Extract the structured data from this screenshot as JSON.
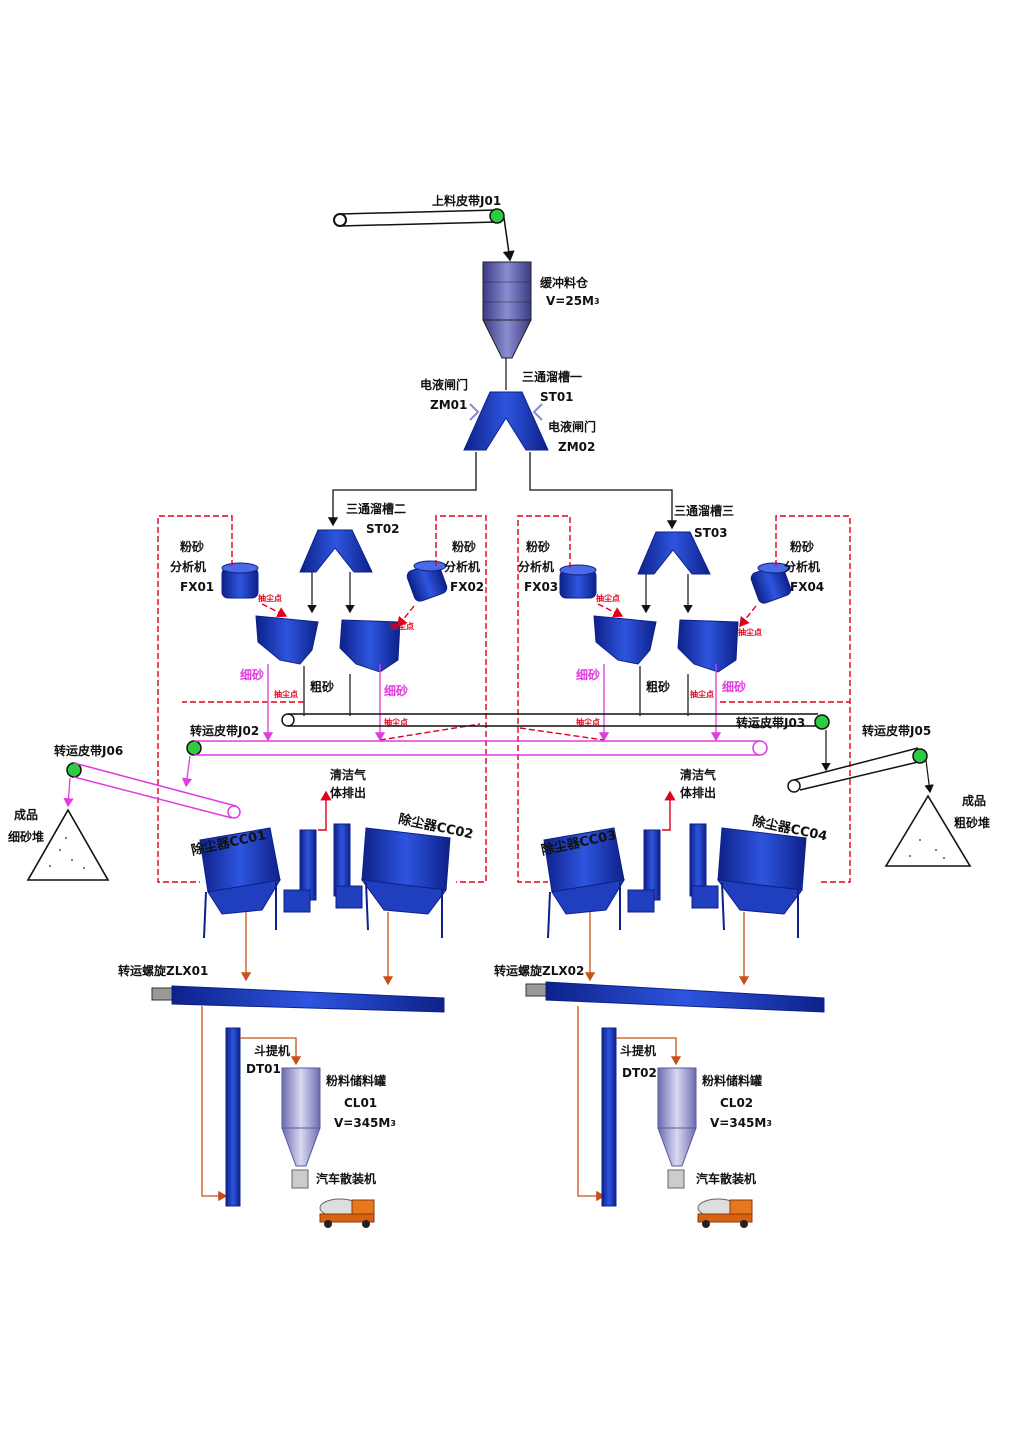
{
  "belts": {
    "j01": "上料皮带J01",
    "j02": "转运皮带J02",
    "j03": "转运皮带J03",
    "j05": "转运皮带J05",
    "j06": "转运皮带J06"
  },
  "silo": {
    "name": "缓冲料仓",
    "volume": "V=25M",
    "volume_exp": "3"
  },
  "valves": {
    "zm01_name": "电液闸门",
    "zm01_code": "ZM01",
    "zm02_name": "电液闸门",
    "zm02_code": "ZM02"
  },
  "chutes": {
    "st01_name": "三通溜槽一",
    "st01_code": "ST01",
    "st02_name": "三通溜槽二",
    "st02_code": "ST02",
    "st03_name": "三通溜槽三",
    "st03_code": "ST03"
  },
  "analyzers": {
    "fx_line1": "粉砂",
    "fx_line2": "分析机",
    "fx01": "FX01",
    "fx02": "FX02",
    "fx03": "FX03",
    "fx04": "FX04"
  },
  "sand": {
    "fine": "细砂",
    "coarse": "粗砂",
    "dust_point": "抽尘点"
  },
  "collectors": {
    "cc01": "除尘器CC01",
    "cc02": "除尘器CC02",
    "cc03": "除尘器CC03",
    "cc04": "除尘器CC04"
  },
  "exhaust": {
    "line1": "清洁气",
    "line2": "体排出"
  },
  "piles": {
    "fine_line1": "成品",
    "fine_line2": "细砂堆",
    "coarse_line1": "成品",
    "coarse_line2": "粗砂堆"
  },
  "screws": {
    "zlx01": "转运螺旋ZLX01",
    "zlx02": "转运螺旋ZLX02"
  },
  "elevators": {
    "name": "斗提机",
    "dt01": "DT01",
    "dt02": "DT02"
  },
  "tanks": {
    "name": "粉料储料罐",
    "cl01": "CL01",
    "cl02": "CL02",
    "volume": "V=345M",
    "volume_exp": "3"
  },
  "loader": {
    "name": "汽车散装机"
  },
  "colors": {
    "equipment": "#1f3fbf",
    "equipment_dark": "#0d2188",
    "silo": "#6a6ab0",
    "dust_line": "#e0001a",
    "fine_line": "#e23be0",
    "discharge_line": "#c8501a",
    "belt": "#111111"
  }
}
